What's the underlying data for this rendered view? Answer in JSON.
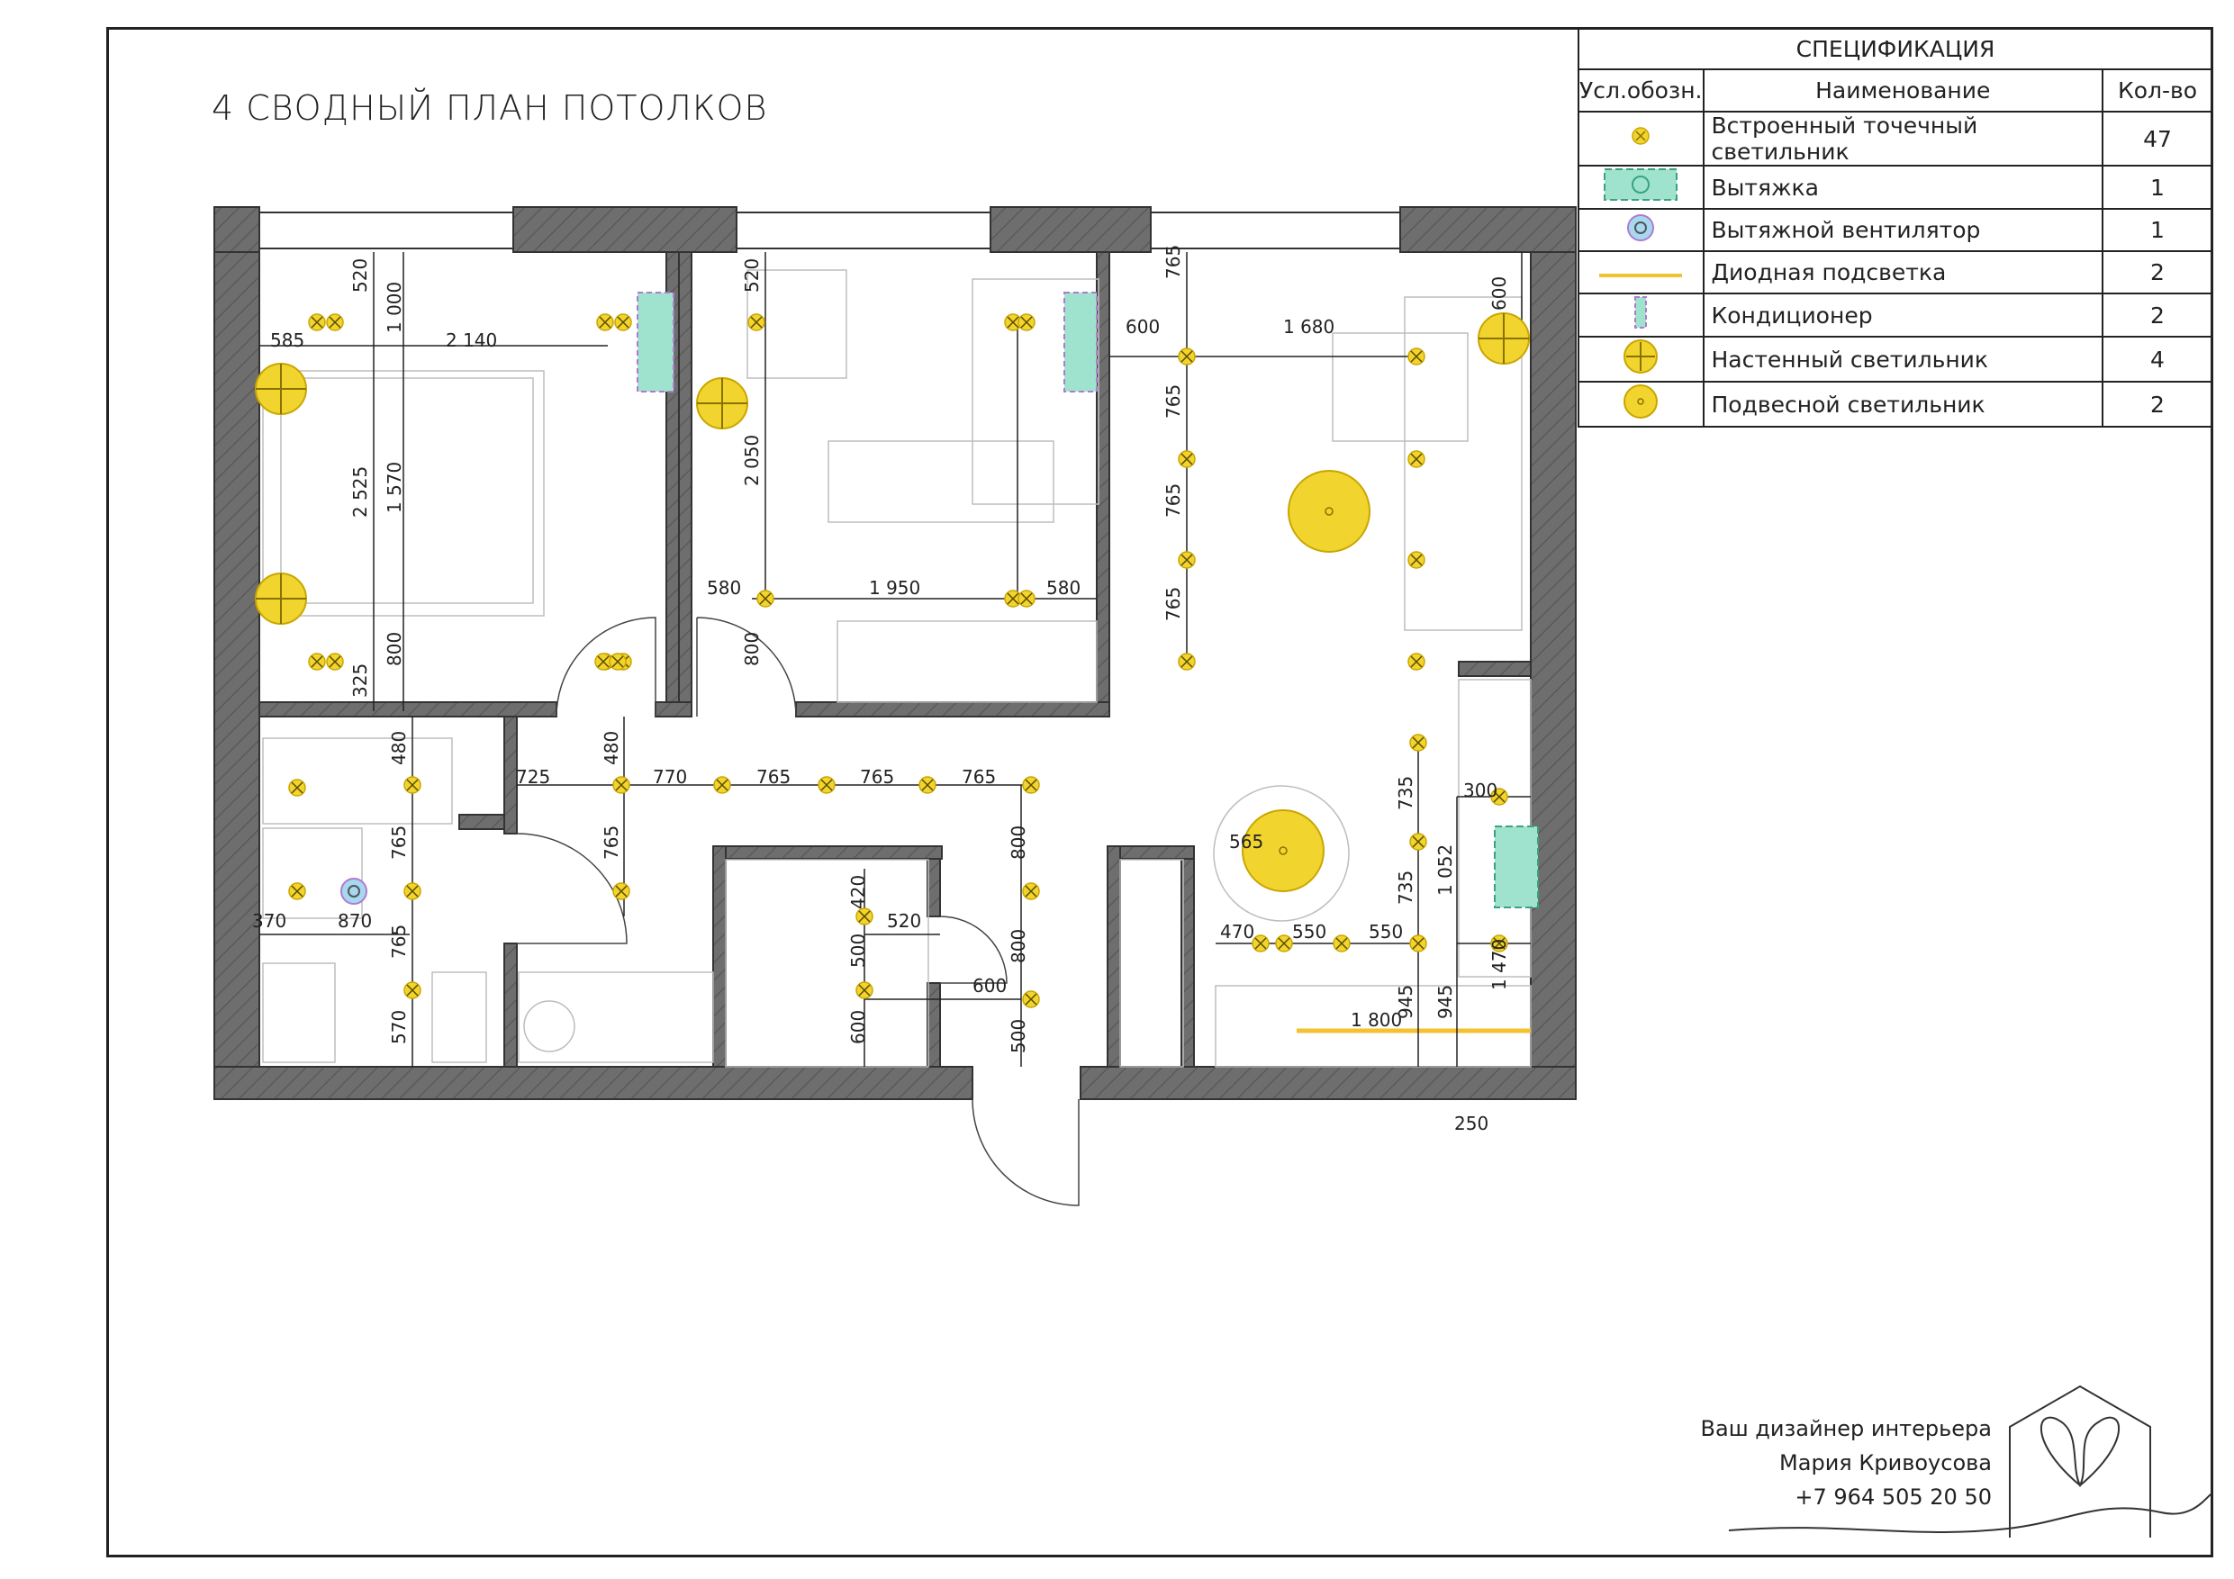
{
  "title": "4  СВОДНЫЙ ПЛАН ПОТОЛКОВ",
  "spec": {
    "title": "СПЕЦИФИКАЦИЯ",
    "headers": [
      "Усл.обозн.",
      "Наименование",
      "Кол-во"
    ],
    "rows": [
      {
        "icon": "recessed-spotlight-icon",
        "name": "Встроенный точечный светильник",
        "qty": "47"
      },
      {
        "icon": "range-hood-icon",
        "name": "Вытяжка",
        "qty": "1"
      },
      {
        "icon": "exhaust-fan-icon",
        "name": "Вытяжной вентилятор",
        "qty": "1"
      },
      {
        "icon": "led-strip-icon",
        "name": "Диодная подсветка",
        "qty": "2"
      },
      {
        "icon": "air-conditioner-icon",
        "name": "Кондиционер",
        "qty": "2"
      },
      {
        "icon": "wall-lamp-icon",
        "name": "Настенный светильник",
        "qty": "4"
      },
      {
        "icon": "pendant-lamp-icon",
        "name": "Подвесной светильник",
        "qty": "2"
      }
    ]
  },
  "dimensions": {
    "d585": "585",
    "d2140": "2 140",
    "d520a": "520",
    "d1000": "1 000",
    "d2525": "2 525",
    "d1570": "1 570",
    "d800a": "800",
    "d325": "325",
    "d520b": "520",
    "d2050": "2 050",
    "d580a": "580",
    "d1950": "1 950",
    "d580b": "580",
    "d800b": "800",
    "d600a": "600",
    "d1680": "1 680",
    "d765a": "765",
    "d765b": "765",
    "d765c": "765",
    "d765d": "765",
    "d600b": "600",
    "d480a": "480",
    "d480b": "480",
    "d725": "725",
    "d770": "770",
    "d765e": "765",
    "d765f": "765",
    "d765g": "765",
    "d765h": "765",
    "d765i": "765",
    "d765j": "765",
    "d370": "370",
    "d870": "870",
    "d570": "570",
    "d800c": "800",
    "d420": "420",
    "d520c": "520",
    "d500a": "500",
    "d600c": "600",
    "d800d": "800",
    "d600d": "600",
    "d500b": "500",
    "d565": "565",
    "d735a": "735",
    "d735b": "735",
    "d300": "300",
    "d1052": "1 052",
    "d470": "470",
    "d550a": "550",
    "d550b": "550",
    "d1470": "1 470",
    "d945a": "945",
    "d945b": "945",
    "d1800": "1 800",
    "d250": "250"
  },
  "signature": {
    "line1": "Ваш дизайнер интерьера",
    "line2": "Мария Кривоусова",
    "line3": "+7 964 505 20 50"
  },
  "colors": {
    "lamp": "#f2d42e",
    "lamp_stroke": "#c9a600",
    "hood": "#9fe3cf",
    "wall": "#6e6e6e",
    "fan": "#a6d8f0",
    "ac_accent": "#b07ad0"
  }
}
